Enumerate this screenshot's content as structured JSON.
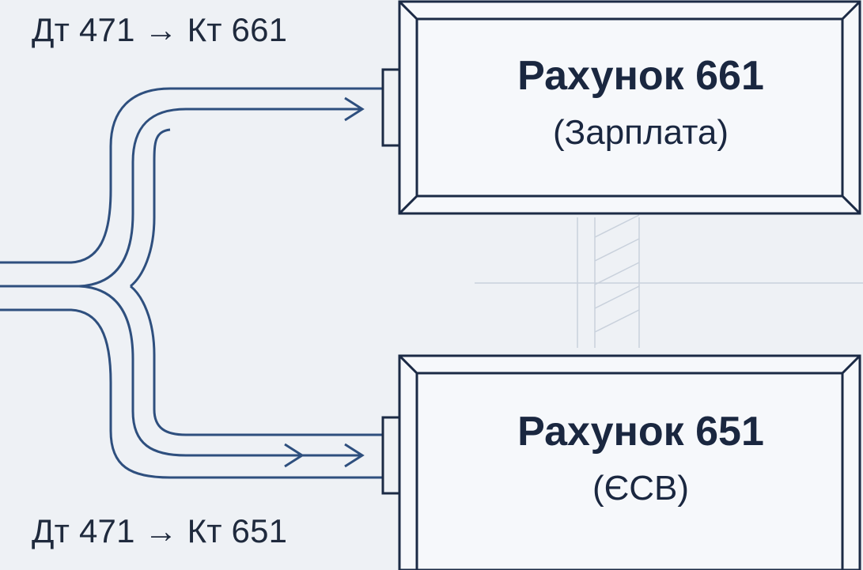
{
  "flows": [
    {
      "label": "Дт 471 → Кт 661"
    },
    {
      "label": "Дт 471 → Кт 651"
    }
  ],
  "accounts": [
    {
      "title": "Рахунок 661",
      "subtitle": "(Зарплата)"
    },
    {
      "title": "Рахунок 651",
      "subtitle": "(ЄСВ)"
    }
  ],
  "colors": {
    "background": "#eef1f5",
    "line": "#2e4f7e",
    "box_border": "#1b2a45",
    "box_fill": "#f6f8fb",
    "text": "#1a2740"
  }
}
